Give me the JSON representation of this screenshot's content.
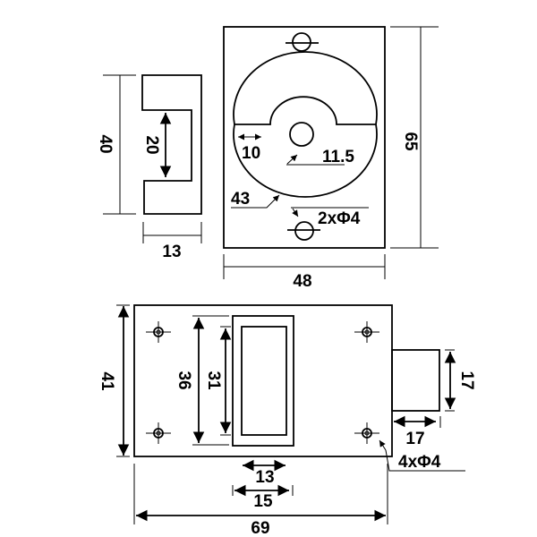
{
  "drawing": {
    "side_view": {
      "height": "40",
      "slot": "20",
      "width": "13"
    },
    "front_plate": {
      "height": "65",
      "width": "48",
      "slot_width": "10",
      "center_hole": "11.5",
      "circle": "43",
      "holes": "2xΦ4"
    },
    "lock_body": {
      "height": "41",
      "window_outer": "36",
      "window_inner": "31",
      "bolt_height": "17",
      "bolt_length": "17",
      "holes": "4xΦ4",
      "window_inner_width": "13",
      "window_outer_width": "15",
      "length": "69"
    }
  }
}
